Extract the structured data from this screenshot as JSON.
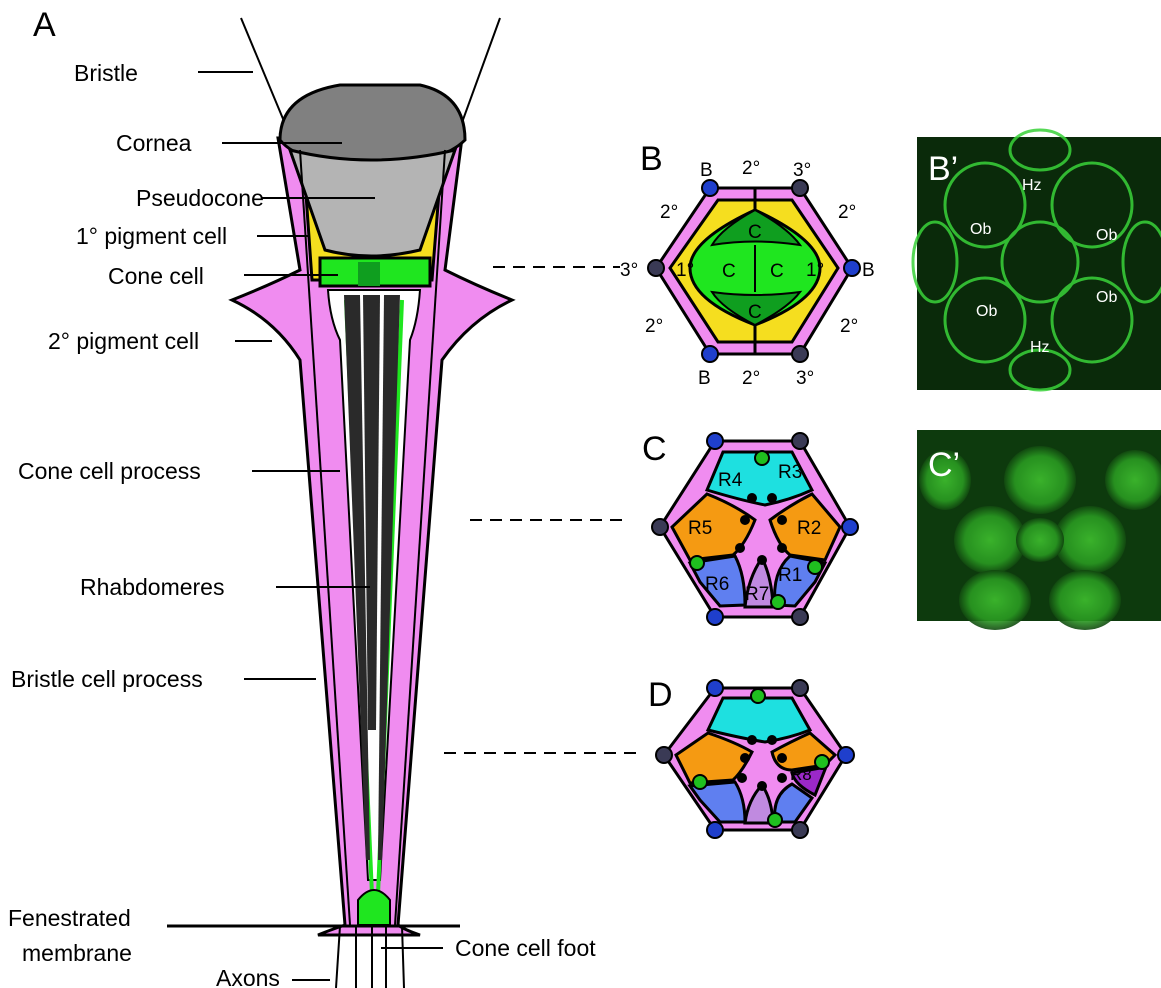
{
  "panels": {
    "A": "A",
    "B": "B",
    "B_prime": "B’",
    "C": "C",
    "C_prime": "C’",
    "D": "D"
  },
  "panel_A_labels": {
    "bristle": "Bristle",
    "cornea": "Cornea",
    "pseudocone": "Pseudocone",
    "primary_pigment": "1° pigment cell",
    "cone_cell": "Cone cell",
    "secondary_pigment": "2° pigment cell",
    "cone_cell_process": "Cone cell process",
    "rhabdomeres": "Rhabdomeres",
    "bristle_cell_process": "Bristle cell process",
    "fenestrated_1": "Fenestrated",
    "fenestrated_2": "membrane",
    "axons": "Axons",
    "cone_cell_foot": "Cone cell foot"
  },
  "panel_B_labels": {
    "b_top": "B",
    "two_top": "2°",
    "three_top": "3°",
    "two_ul": "2°",
    "two_ur": "2°",
    "three_left": "3°",
    "one_left": "1°",
    "one_right": "1°",
    "b_right": "B",
    "two_ll": "2°",
    "two_lr": "2°",
    "b_bottom": "B",
    "two_bottom": "2°",
    "three_bottom": "3°",
    "c_top": "C",
    "c_left": "C",
    "c_right": "C",
    "c_bottom": "C"
  },
  "panel_C_labels": {
    "r1": "R1",
    "r2": "R2",
    "r3": "R3",
    "r4": "R4",
    "r5": "R5",
    "r6": "R6",
    "r7": "R7"
  },
  "panel_D_labels": {
    "r8": "R8"
  },
  "micrograph_B_labels": {
    "hz_top": "Hz",
    "ob_ul": "Ob",
    "ob_ur": "Ob",
    "ob_ll": "Ob",
    "ob_lr": "Ob",
    "hz_bottom": "Hz"
  },
  "colors": {
    "pink": "#f08cf0",
    "yellow": "#f5de1f",
    "dark_green": "#0f9e1f",
    "bright_green": "#1fe61f",
    "cyan": "#1ee0e0",
    "orange": "#f59a12",
    "blue": "#5f7ff0",
    "lavender": "#c08ae0",
    "purple": "#9a28c8",
    "cornea": "#808080",
    "pseudocone": "#b4b4b4",
    "node_blue": "#1f3fcc",
    "node_dark": "#3a3a55"
  }
}
